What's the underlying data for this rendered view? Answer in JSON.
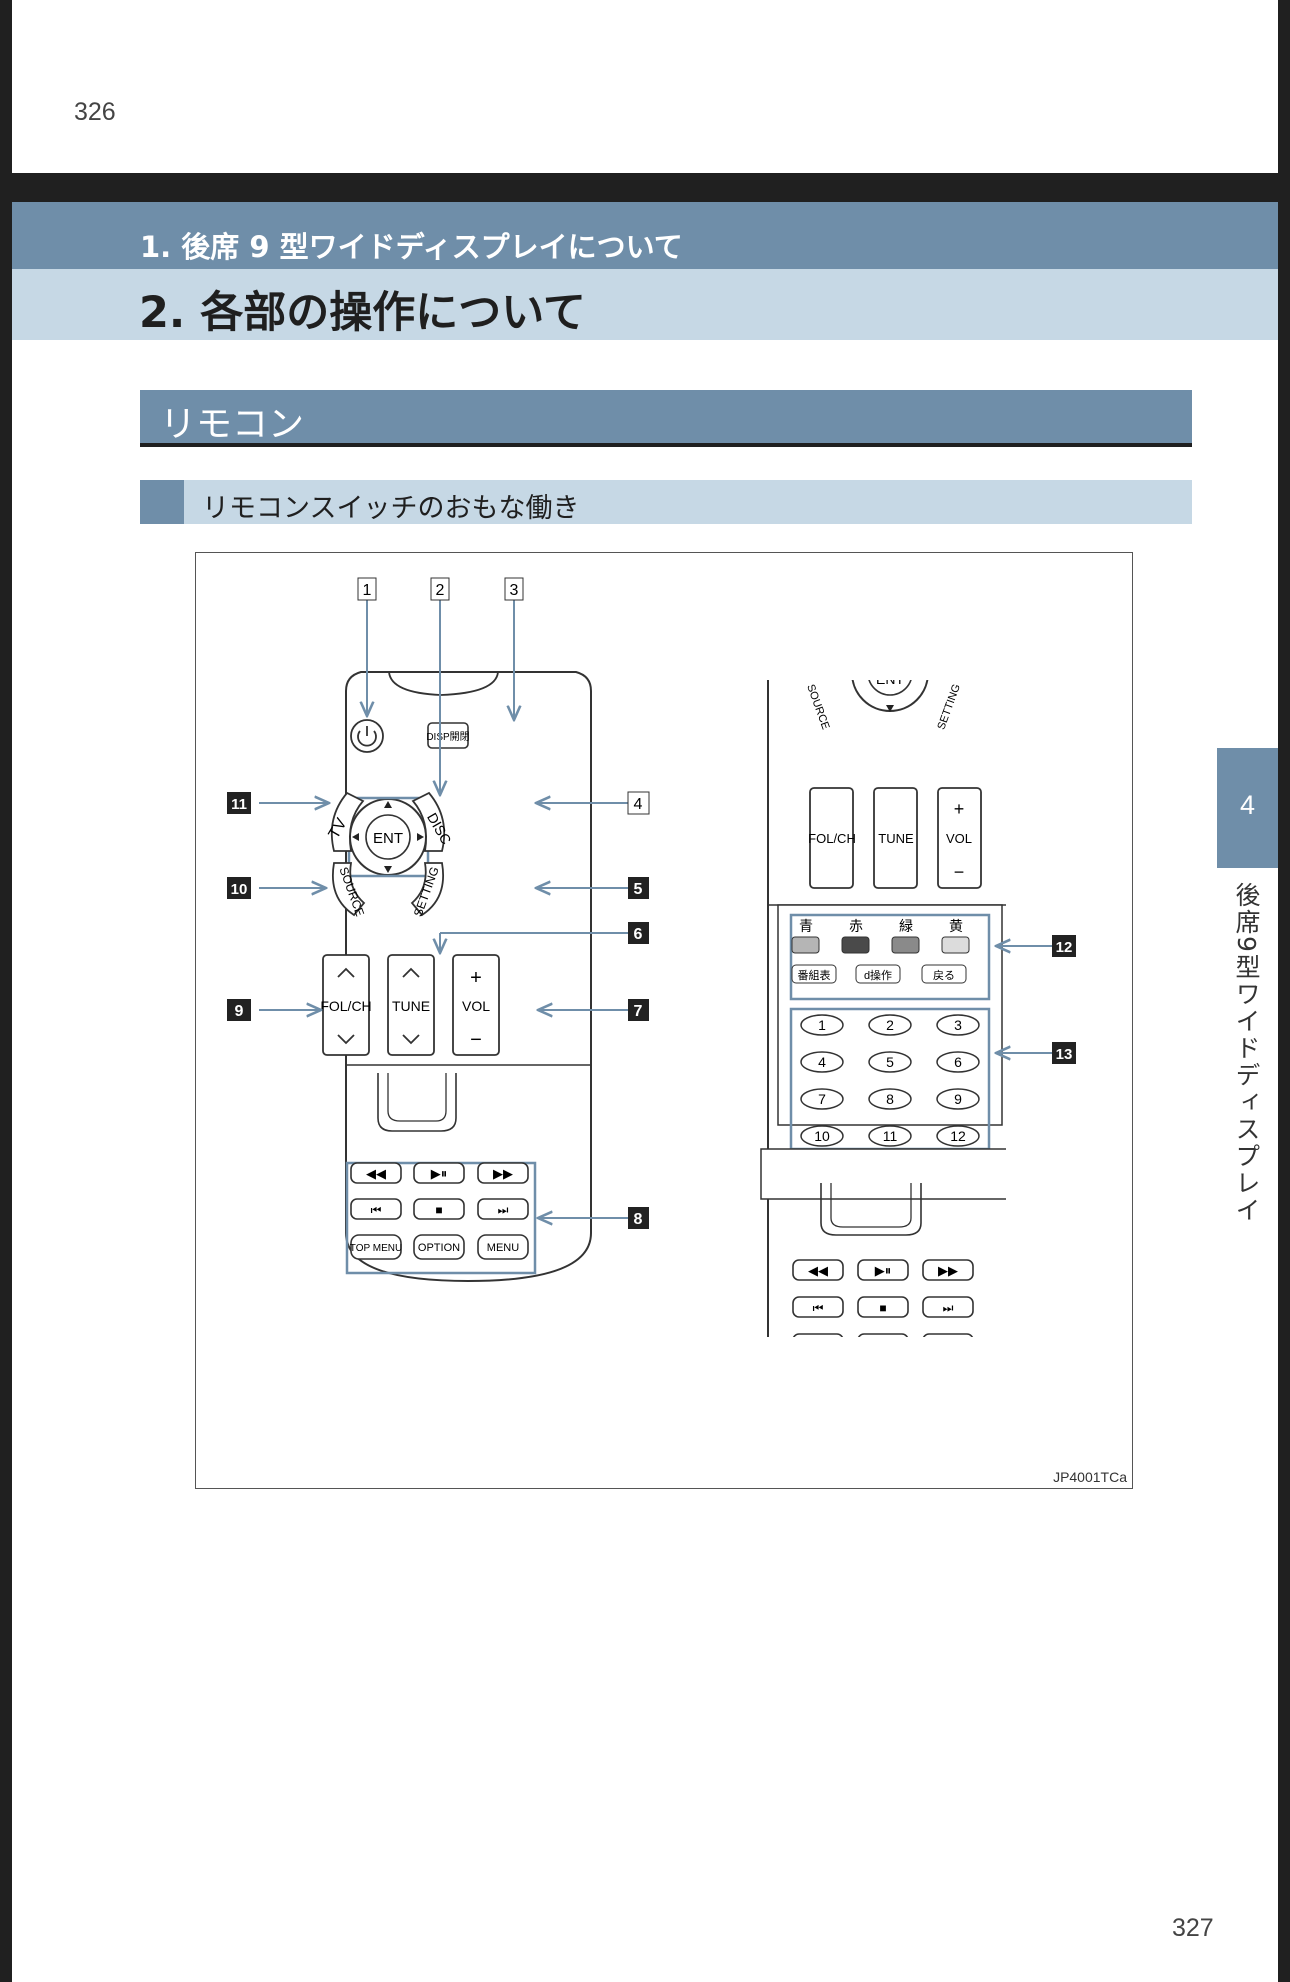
{
  "page_number_top": "326",
  "page_number_bottom": "327",
  "chapter_band": "1. 後席 9 型ワイドディスプレイについて",
  "section_band": "2. 各部の操作について",
  "section_title": "リモコン",
  "subsection_title": "リモコンスイッチのおもな働き",
  "side_tab": {
    "number": "4",
    "label": "後席9型ワイドディスプレイ"
  },
  "figure": {
    "code": "JP4001TCa",
    "callouts_top": [
      "1",
      "2",
      "3"
    ],
    "callouts_side": [
      "4",
      "5",
      "6",
      "7",
      "8",
      "9",
      "10",
      "11",
      "12",
      "13"
    ],
    "buttons": {
      "disp": "DISP開閉",
      "tv": "TV",
      "disc": "DISC",
      "ent": "ENT",
      "source": "SOURCE",
      "setting": "SETTING",
      "fol_ch": "FOL/CH",
      "tune": "TUNE",
      "vol": "VOL",
      "top_menu": "TOP MENU",
      "option": "OPTION",
      "menu": "MENU",
      "color_labels": [
        "青",
        "赤",
        "緑",
        "黄"
      ],
      "bangumihyo": "番組表",
      "d_sousa": "d操作",
      "modoru": "戻る",
      "numbers": [
        "1",
        "2",
        "3",
        "4",
        "5",
        "6",
        "7",
        "8",
        "9",
        "10",
        "11",
        "12"
      ]
    },
    "colors": {
      "blue_key": "#b5b5b5",
      "red_key": "#4a4a4a",
      "green_key": "#8a8a8a",
      "yellow_key": "#dcdcdc",
      "callout_line": "#6f8ea9"
    }
  }
}
